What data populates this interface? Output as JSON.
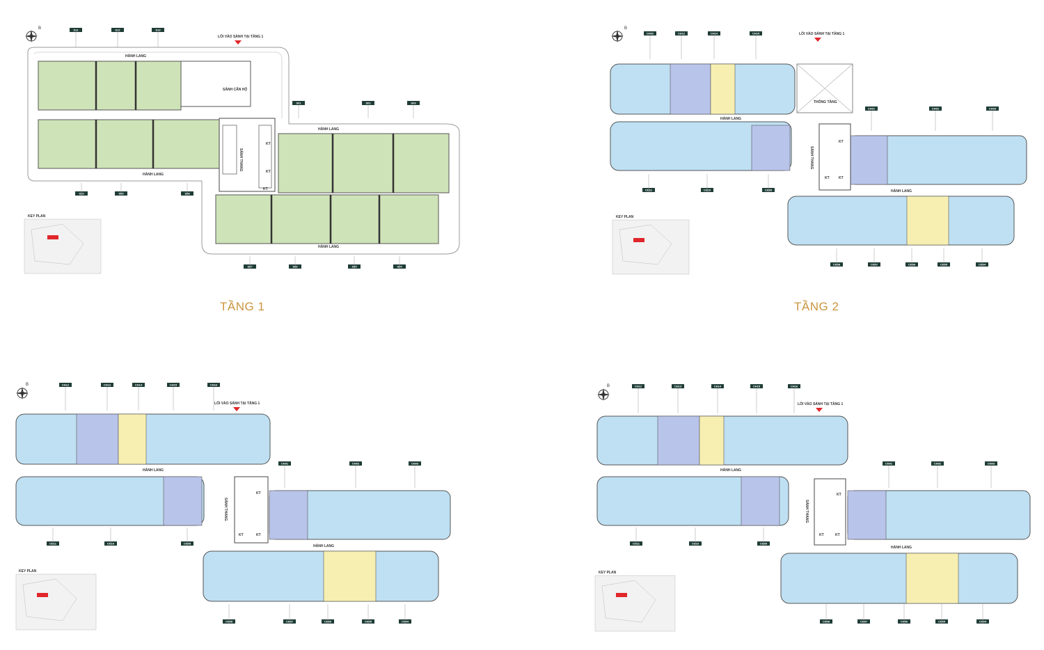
{
  "titles": {
    "floor1": "TẦNG 1",
    "floor2": "TẦNG 2"
  },
  "labels": {
    "corridor": "HÀNH LANG",
    "entrance": "LỐI VÀO SẢNH TẠI TẦNG 1",
    "lobby_apartment": "SẢNH CĂN HỘ",
    "elevator_lobby": "SẢNH THANG",
    "void": "THÔNG TẦNG",
    "tech": "KT",
    "key_plan": "KEY PLAN",
    "north": "B"
  },
  "floor1_units_top": [
    "S11",
    "S12",
    "S13"
  ],
  "floor1_units_bottom_left": [
    "S10",
    "S09",
    "S08"
  ],
  "floor1_units_right": [
    "S01",
    "S02",
    "S03"
  ],
  "floor1_units_bottom": [
    "S07",
    "S06",
    "S05",
    "S04"
  ],
  "floor2_units_top": [
    "CH02",
    "CH12",
    "CH14",
    "CH15"
  ],
  "floor2_units_right": [
    "CH01",
    "CH02",
    "CH03"
  ],
  "floor2_units_mid": [
    "CH11",
    "CH10",
    "CH09"
  ],
  "floor2_units_bottom": [
    "CH08",
    "CH07",
    "CH06",
    "CH05",
    "CH04"
  ],
  "floor3_units_top": [
    "CH12",
    "CH13",
    "CH14",
    "CH15",
    "CH16"
  ],
  "floor3_units_right": [
    "CH01",
    "CH02",
    "CH03"
  ],
  "floor3_units_mid": [
    "CH11",
    "CH10",
    "CH09"
  ],
  "floor3_units_bottom": [
    "CH08",
    "CH07",
    "CH06",
    "CH05",
    "CH04"
  ],
  "floor4_units_top": [
    "CH12",
    "CH13",
    "CH14",
    "CH15",
    "CH16"
  ],
  "floor4_units_right": [
    "CH01",
    "CH02",
    "CH03"
  ],
  "floor4_units_mid": [
    "CH11",
    "CH10",
    "CH09"
  ],
  "floor4_units_bottom": [
    "CH08",
    "CH07",
    "CH06",
    "CH05",
    "CH04"
  ],
  "colors": {
    "commercial": "#cfe3b8",
    "apartment": "#bfe0f3",
    "studio": "#f7efb1",
    "duplex": "#b9c4ea",
    "tag": "#1f3d36",
    "title": "#c9953f",
    "entrance_arrow": "#e0262a"
  }
}
